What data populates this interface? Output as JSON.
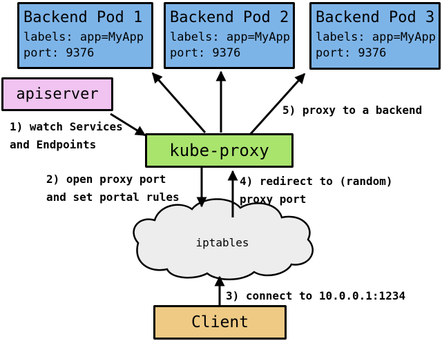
{
  "colors": {
    "pod_fill": "#7db4e8",
    "apiserver_fill": "#f0c3f0",
    "kube_proxy_fill": "#a9e46d",
    "client_fill": "#eeca84",
    "cloud_fill": "#ededed",
    "outline": "#000000",
    "background": "#ffffff"
  },
  "pods": [
    {
      "title": "Backend Pod 1",
      "labels": "labels: app=MyApp",
      "port": "port: 9376"
    },
    {
      "title": "Backend Pod 2",
      "labels": "labels: app=MyApp",
      "port": "port: 9376"
    },
    {
      "title": "Backend Pod 3",
      "labels": "labels: app=MyApp",
      "port": "port: 9376"
    }
  ],
  "nodes": {
    "apiserver": "apiserver",
    "kube_proxy": "kube-proxy",
    "iptables": "iptables",
    "client": "Client"
  },
  "steps": {
    "step1": "1) watch Services\nand Endpoints",
    "step2": "2) open proxy port\nand set portal rules",
    "step3": "3) connect to 10.0.0.1:1234",
    "step4": "4) redirect to (random)\nproxy port",
    "step5": "5) proxy to a backend"
  }
}
